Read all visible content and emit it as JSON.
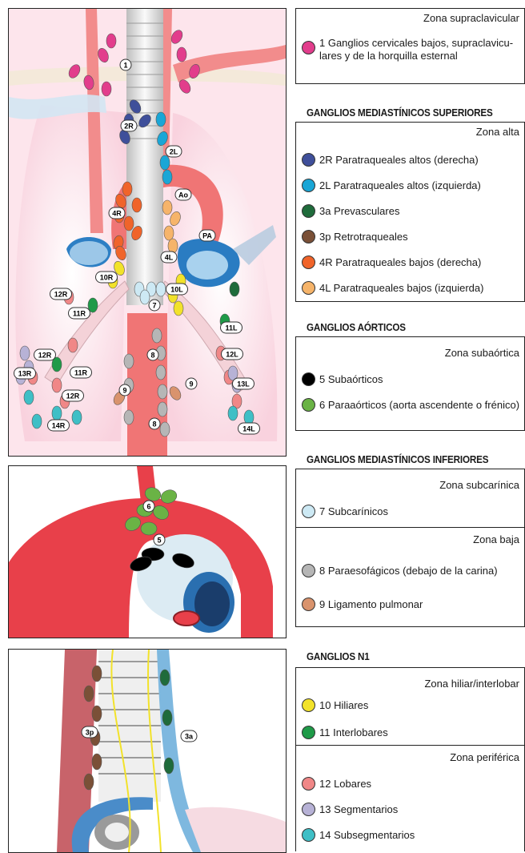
{
  "colors": {
    "s1": "#e23d8c",
    "s2R": "#3f4f9a",
    "s2L": "#1aa6d6",
    "s3a": "#1f6b3b",
    "s3p": "#7a5037",
    "s4R": "#f0642a",
    "s4L": "#f6b46a",
    "s5": "#000000",
    "s6": "#6ab345",
    "s7": "#cde9f4",
    "s8": "#b6b6b6",
    "s9": "#d9936d",
    "s10": "#f2e22a",
    "s11": "#1f9a48",
    "s12": "#f08787",
    "s13": "#b7b2d6",
    "s14": "#3fbfc6"
  },
  "diagram_labels": {
    "main": [
      "1",
      "2R",
      "2L",
      "Ao",
      "4R",
      "4L",
      "PA",
      "10R",
      "10L",
      "7",
      "12R",
      "11R",
      "11L",
      "8",
      "12L",
      "12R",
      "13R",
      "11R",
      "12R",
      "9",
      "9",
      "13L",
      "14R",
      "14L",
      "8"
    ],
    "aortic": [
      "6",
      "5"
    ],
    "lateral": [
      "3p",
      "3a"
    ]
  },
  "legend": {
    "zone_supraclavicular": "Zona supraclavicular",
    "item1_line1": "1 Ganglios cervicales bajos, supraclavicu-",
    "item1_line2": "lares y de la horquilla esternal",
    "sec_superior": "GANGLIOS MEDIASTÍNICOS SUPERIORES",
    "zone_alta": "Zona alta",
    "i2R": "2R Paratraqueales altos (derecha)",
    "i2L": "2L Paratraqueales altos (izquierda)",
    "i3a": "3a Prevasculares",
    "i3p": "3p Retrotraqueales",
    "i4R": "4R Paratraqueales bajos (derecha)",
    "i4L": "4L Paratraqueales bajos (izquierda)",
    "sec_aorticos": "GANGLIOS AÓRTICOS",
    "zone_subaortica": "Zona subaórtica",
    "i5": "5 Subaórticos",
    "i6": "6 Paraaórticos (aorta ascendente o frénico)",
    "sec_inferiores": "GANGLIOS MEDIASTÍNICOS INFERIORES",
    "zone_subcarinica": "Zona subcarínica",
    "i7": "7 Subcarínicos",
    "zone_baja": "Zona baja",
    "i8": "8 Paraesofágicos (debajo de la carina)",
    "i9": "9 Ligamento pulmonar",
    "sec_n1": "GANGLIOS N1",
    "zone_hiliar": "Zona hiliar/interlobar",
    "i10": "10 Hiliares",
    "i11": "11 Interlobares",
    "zone_periferica": "Zona periférica",
    "i12": "12 Lobares",
    "i13": "13 Segmentarios",
    "i14": "14 Subsegmentarios"
  }
}
